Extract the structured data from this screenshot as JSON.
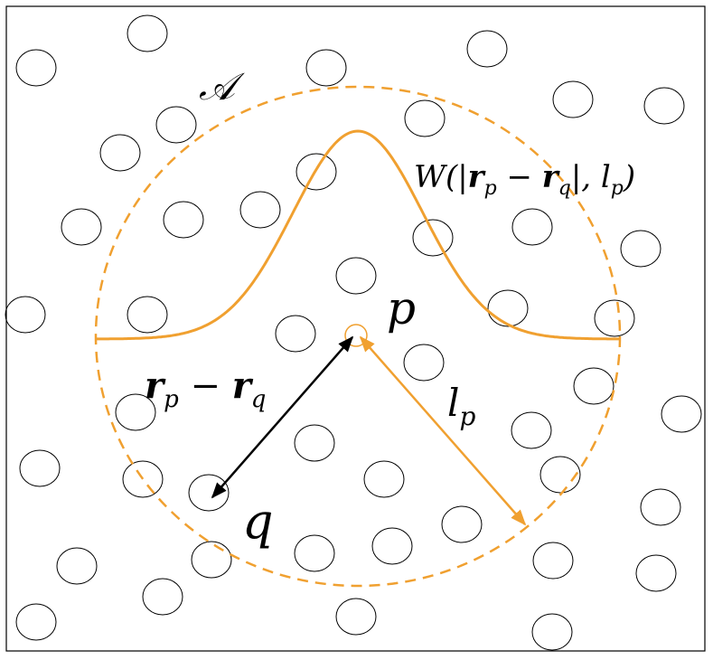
{
  "labels": {
    "region": "𝒜",
    "kernel": "W(|𝒓p − 𝒓q|, lp)",
    "kernel_parts": {
      "w": "W(|",
      "r": "𝒓",
      "p": "p",
      "minus": " − ",
      "r2": "𝒓",
      "q": "q",
      "mid": "|, ",
      "l": "l",
      "p2": "p",
      "close": ")"
    },
    "center_particle": "p",
    "neighbor_particle": "q",
    "distance": {
      "r1": "𝒓",
      "s1": "p",
      "minus": " − ",
      "r2": "𝒓",
      "s2": "q"
    },
    "smoothing_length": {
      "l": "l",
      "s": "p"
    }
  },
  "colors": {
    "accent": "#f0a030",
    "ink": "#000000"
  }
}
